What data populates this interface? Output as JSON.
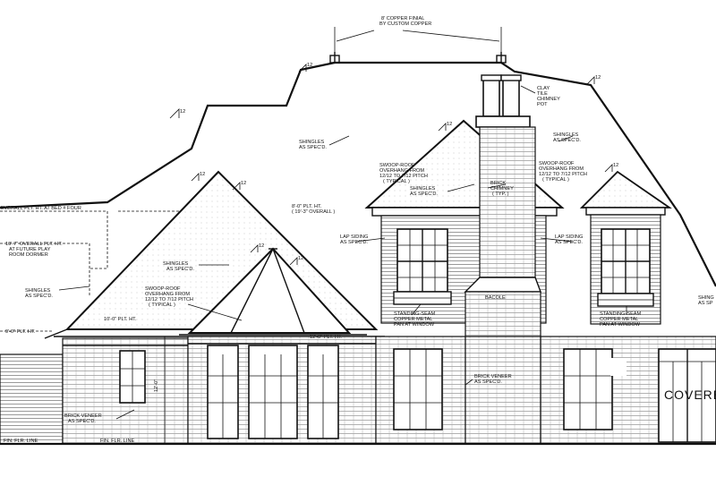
{
  "notes": {
    "copper_final": [
      "8' COPPER FINIAL",
      "BY CUSTOM COPPER"
    ],
    "clay_pot": [
      "CLAY",
      "TILE",
      "CHIMNEY",
      "POT"
    ],
    "shingles_1": [
      "SHINGLES",
      "AS SPEC'D."
    ],
    "shingles_2": [
      "SHINGLES",
      "AS SPEC'D."
    ],
    "shingles_3": [
      "SHINGLES",
      "AS SPEC'D."
    ],
    "shingles_4": [
      "SHINGLES",
      "AS SPEC'D."
    ],
    "shingles_5": [
      "SHINGLES",
      "AS SPEC'D."
    ],
    "shingles_6": [
      "SHING",
      "AS SP"
    ],
    "swoop_1": [
      "SWOOP-ROOF",
      "OVERHANG FROM",
      "12/12 TO 7/12 PITCH",
      "( TYPICAL )"
    ],
    "swoop_2": [
      "SWOOP-ROOF",
      "OVERHANG FROM",
      "12/12 TO 7/12 PITCH",
      "( TYPICAL )"
    ],
    "swoop_3": [
      "SWOOP-ROOF",
      "OVERHANG FROM",
      "12/12 TO 7/12 PITCH",
      "( TYPICAL )"
    ],
    "brick_chimney": [
      "BRICK",
      "CHIMNEY",
      "( TYP. )"
    ],
    "lap_siding_1": [
      "LAP SIDING",
      "AS SPEC'D."
    ],
    "lap_siding_2": [
      "LAP SIDING",
      "AS SPEC'D."
    ],
    "pan_1": [
      "STANDING-SEAM",
      "COPPER METAL",
      "PAN AT WINDOW"
    ],
    "pan_2": [
      "STANDING-SEAM",
      "COPPER METAL",
      "PAN AT WINDOW"
    ],
    "brick_veneer_1": [
      "BRICK VENEER",
      "AS SPEC'D."
    ],
    "brick_veneer_2": [
      "BRICK VENEER",
      "AS SPEC'D."
    ],
    "bacole": "BACOLE",
    "plt_ht_1": [
      "8'-0\" PLT. HT.",
      "( 19'-3\" OVERALL )"
    ],
    "overall_bed4": "OVERALL PLT. HT. AT BED # FOUR",
    "overall_play": [
      "10'-7\" OVERALL PLT. HT.",
      "AT FUTURE PLAY",
      "ROOM DORMER"
    ],
    "plt_ht_10": "10'-0\" PLT. HT.",
    "plt_ht_12": "12'-0\" PLT. HT.",
    "plt_ht_9": "9'-0\" PLT. HT.",
    "dim_12": "12'-0\"",
    "fin_flr_1": "FIN. FLR. LINE",
    "fin_flr_2": "FIN. FLR. LINE",
    "pitch": "12",
    "covered": "COVERE"
  }
}
